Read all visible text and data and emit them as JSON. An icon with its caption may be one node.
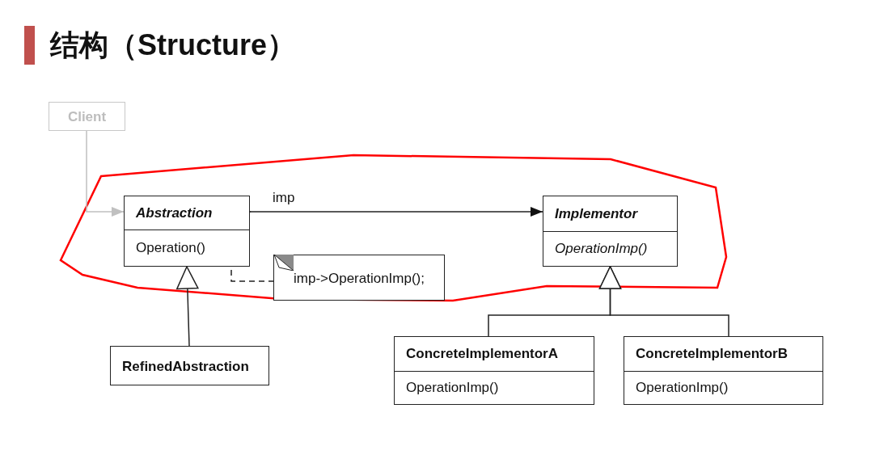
{
  "diagram": {
    "title": "结构（Structure）",
    "nodes": [
      {
        "text": [
          "Client"
        ]
      },
      {
        "text": [
          "Abstraction",
          "Operation()"
        ]
      },
      {
        "text": [
          "Implementor",
          "OperationImp()"
        ]
      },
      {
        "text": [
          "imp->OperationImp();"
        ]
      },
      {
        "text": [
          "RefinedAbstraction"
        ]
      },
      {
        "text": [
          "ConcreteImplementorA",
          "OperationImp()"
        ]
      },
      {
        "text": [
          "ConcreteImplementorB",
          "OperationImp()"
        ]
      }
    ],
    "edges": [
      {
        "from": 0,
        "to": 1,
        "arrow": "to",
        "color": "#c0c0c0"
      },
      {
        "from": 1,
        "to": 2,
        "arrow": "to",
        "label": "imp"
      },
      {
        "from": 1,
        "to": 3,
        "arrow": "other",
        "style": "dashed"
      },
      {
        "from": 4,
        "to": 1,
        "arrow": "to"
      },
      {
        "from": 5,
        "to": 2,
        "arrow": "to"
      },
      {
        "from": 6,
        "to": 2,
        "arrow": "to"
      }
    ]
  }
}
